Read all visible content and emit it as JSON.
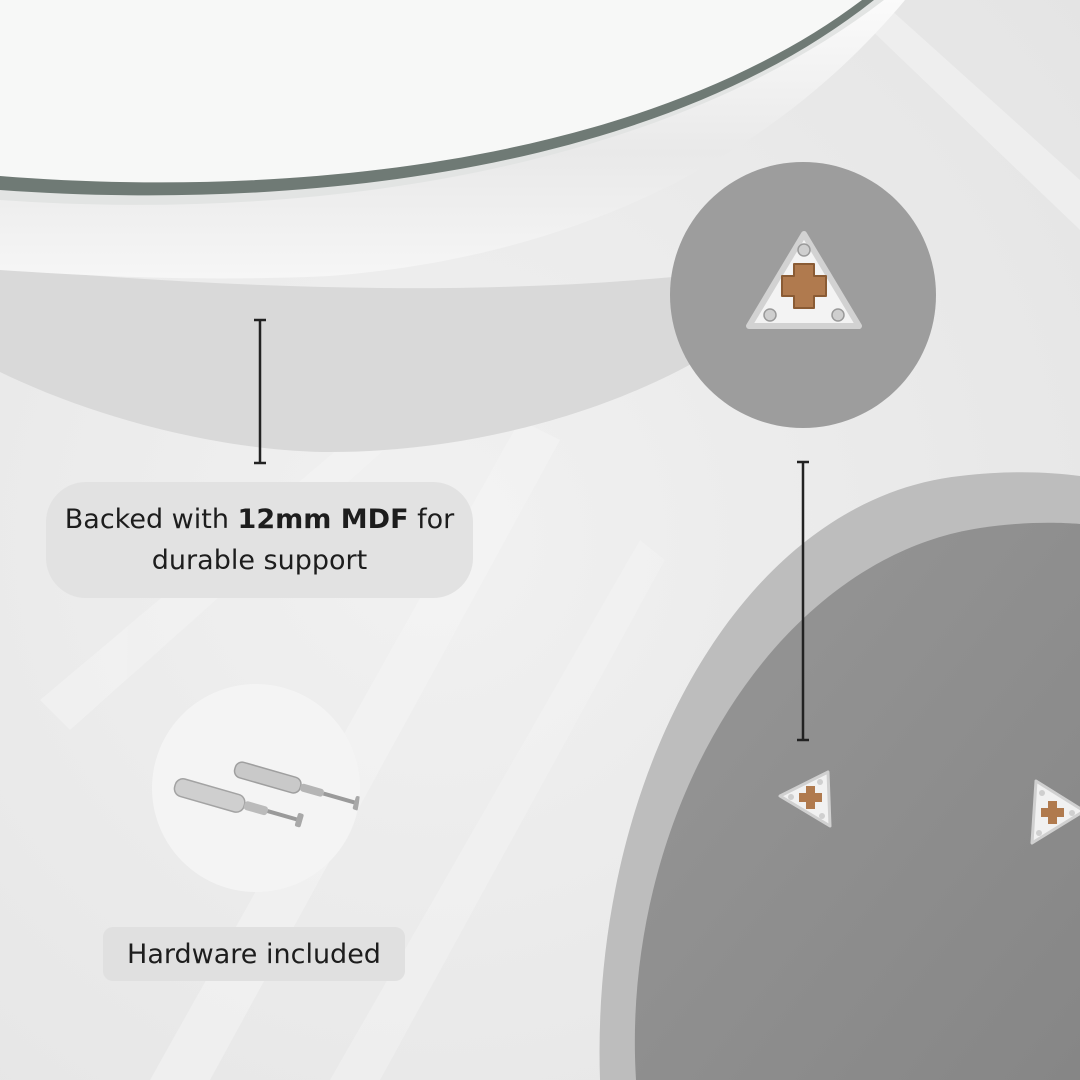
{
  "features": {
    "mdf_callout": {
      "prefix": "Backed with",
      "highlight": "12mm MDF",
      "suffix": "for",
      "line2": "durable support"
    },
    "hardware_callout": {
      "label": "Hardware included"
    }
  },
  "icons": {
    "bracket_large": "triangular-mounting-bracket-icon",
    "bracket_small": "triangular-mounting-bracket-icon",
    "hardware": "wall-plug-and-screw-icon"
  },
  "colors": {
    "background": "#ececec",
    "mirror_glass": "#f7f8f7",
    "mirror_frame": "#f2f2f2",
    "backing_grey": "#8d8d8d",
    "bracket_wood": "#b07a4e",
    "text": "#1d1d1d"
  }
}
